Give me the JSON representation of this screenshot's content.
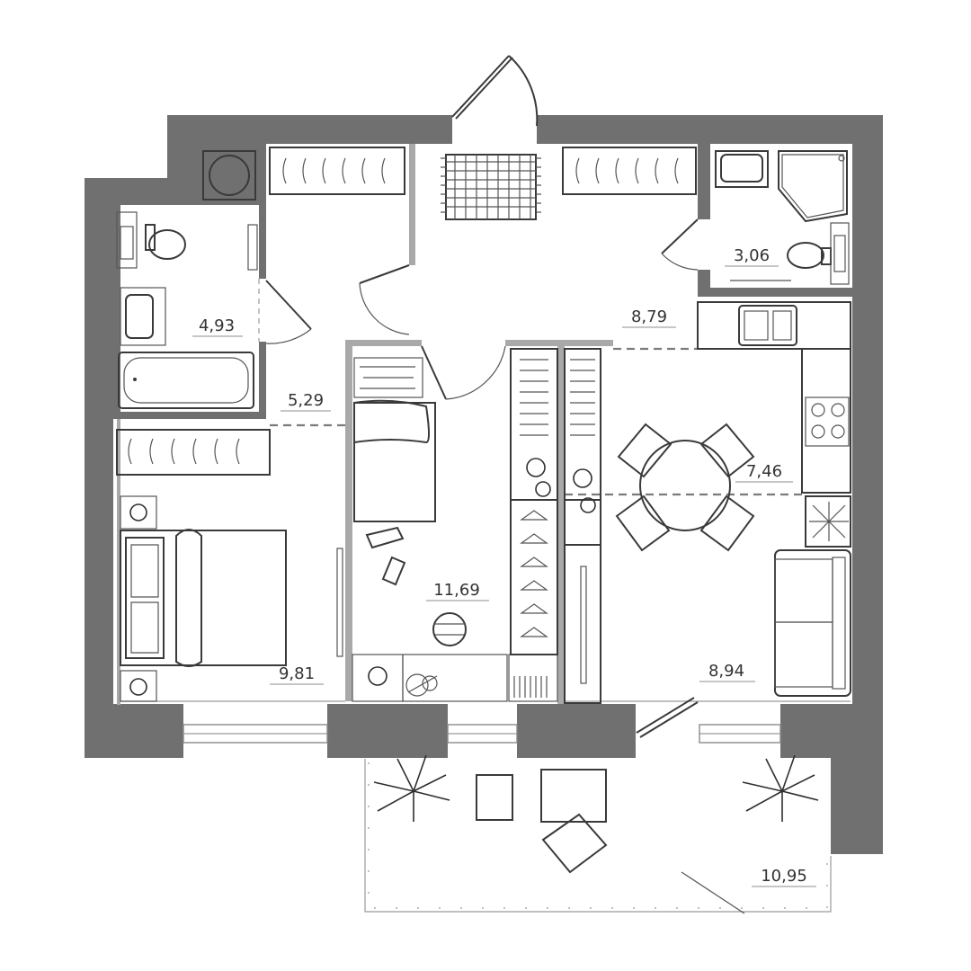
{
  "rooms": [
    {
      "id": "bathroom",
      "area": "4,93"
    },
    {
      "id": "wc",
      "area": "3,06"
    },
    {
      "id": "hallway",
      "area": "8,79"
    },
    {
      "id": "corridor",
      "area": "5,29"
    },
    {
      "id": "kitchen",
      "area": "7,46"
    },
    {
      "id": "kids-room",
      "area": "11,69"
    },
    {
      "id": "bedroom",
      "area": "9,81"
    },
    {
      "id": "living-room",
      "area": "8,94"
    },
    {
      "id": "balcony",
      "area": "10,95"
    }
  ],
  "colors": {
    "wall": "#707070",
    "partition": "#a9a9a9",
    "line": "#3a3a3a",
    "text": "#333333",
    "background": "#ffffff"
  }
}
